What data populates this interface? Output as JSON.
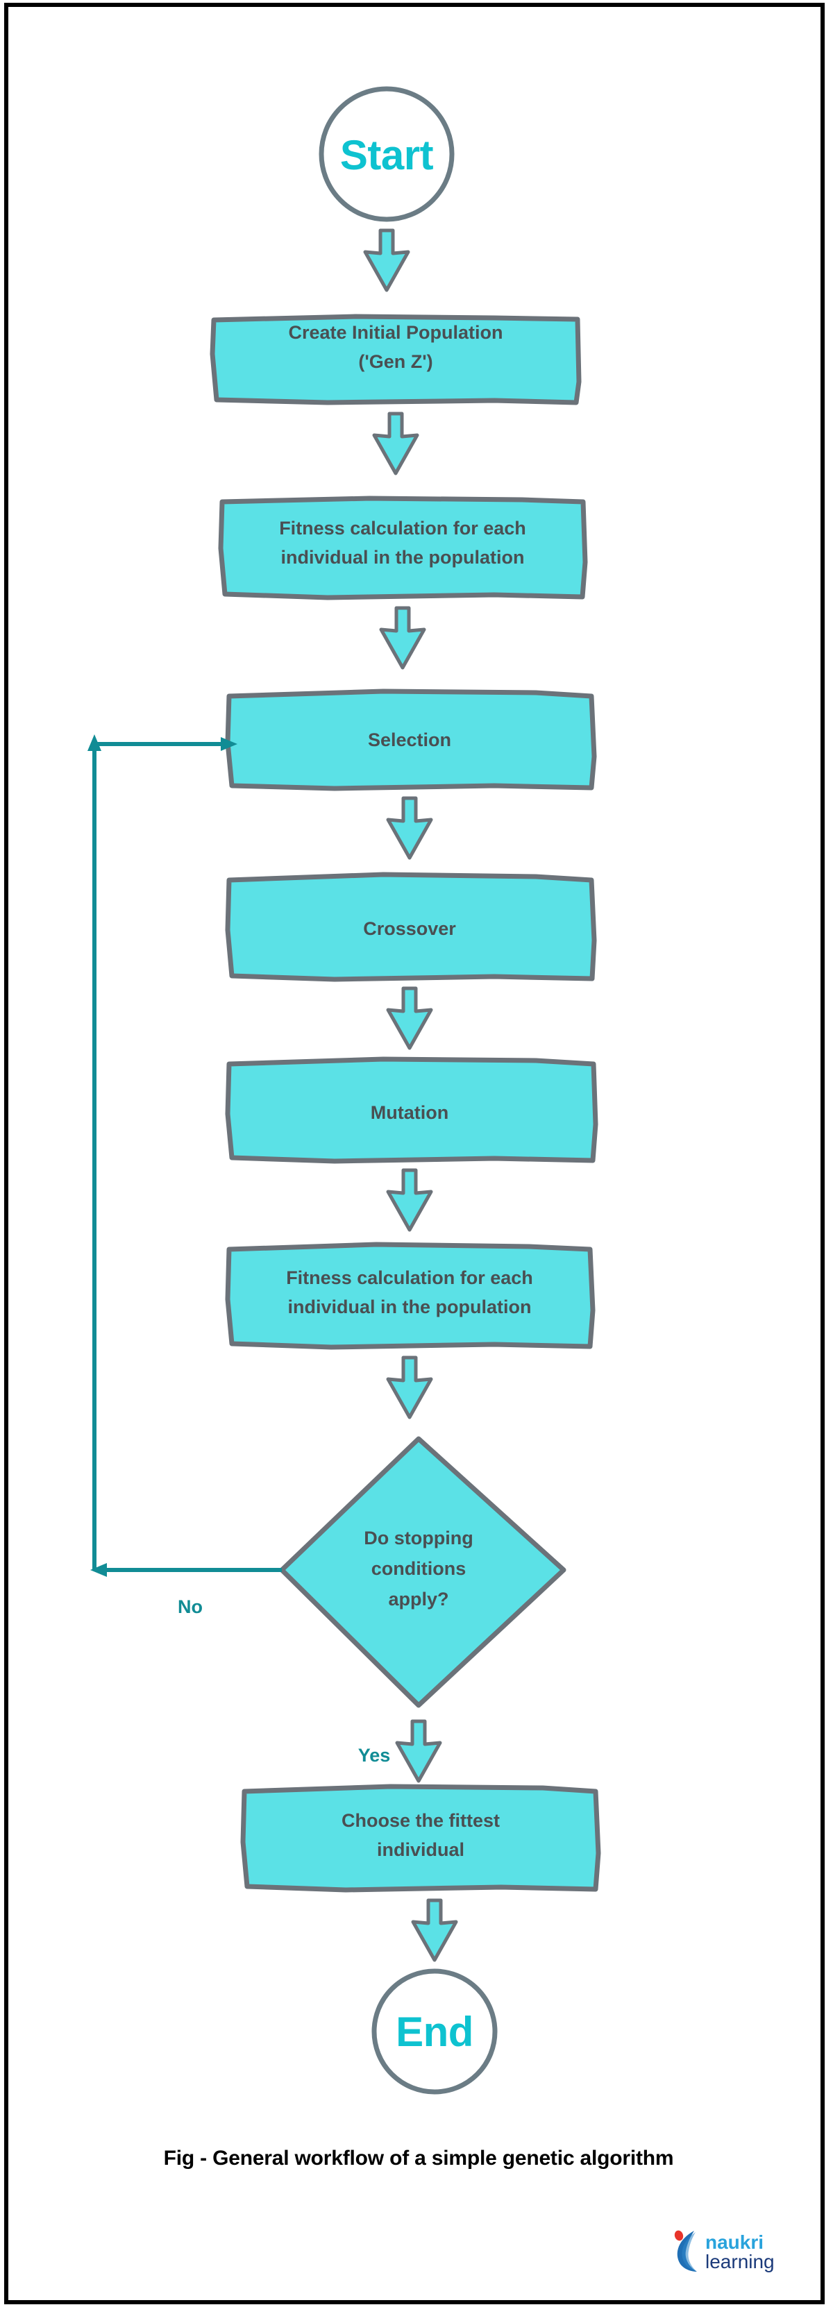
{
  "figure": {
    "caption": "Fig - General workflow of a simple genetic algorithm",
    "colors": {
      "node_fill": "#5be1e6",
      "node_stroke": "#6b7279",
      "terminator_stroke": "#6b7c85",
      "terminator_text": "#0ec2d0",
      "node_text": "#4a4f52",
      "edge_label": "#118c95",
      "loop_line": "#118c95",
      "frame": "#000000",
      "background": "#ffffff"
    }
  },
  "flowchart": {
    "type": "flowchart",
    "title": "General workflow of a simple genetic algorithm",
    "nodes": [
      {
        "id": "start",
        "shape": "terminator",
        "label": "Start"
      },
      {
        "id": "init",
        "shape": "process",
        "label": "Create Initial Population\n('Gen Z')",
        "lines": [
          "Create Initial Population",
          "('Gen Z')"
        ]
      },
      {
        "id": "fitness1",
        "shape": "process",
        "label": "Fitness calculation for each individual in the population",
        "lines": [
          "Fitness calculation for each",
          "individual in the population"
        ]
      },
      {
        "id": "selection",
        "shape": "process",
        "label": "Selection",
        "lines": [
          "Selection"
        ]
      },
      {
        "id": "crossover",
        "shape": "process",
        "label": "Crossover",
        "lines": [
          "Crossover"
        ]
      },
      {
        "id": "mutation",
        "shape": "process",
        "label": "Mutation",
        "lines": [
          "Mutation"
        ]
      },
      {
        "id": "fitness2",
        "shape": "process",
        "label": "Fitness calculation for each individual in the population",
        "lines": [
          "Fitness calculation for each",
          "individual in the population"
        ]
      },
      {
        "id": "decision",
        "shape": "decision",
        "label": "Do stopping conditions apply?",
        "lines": [
          "Do stopping",
          "conditions",
          "apply?"
        ]
      },
      {
        "id": "choose",
        "shape": "process",
        "label": "Choose the fittest individual",
        "lines": [
          "Choose the fittest",
          "individual"
        ]
      },
      {
        "id": "end",
        "shape": "terminator",
        "label": "End"
      }
    ],
    "edges": [
      {
        "from": "start",
        "to": "init",
        "label": "",
        "style": "block-arrow"
      },
      {
        "from": "init",
        "to": "fitness1",
        "label": "",
        "style": "block-arrow"
      },
      {
        "from": "fitness1",
        "to": "selection",
        "label": "",
        "style": "block-arrow"
      },
      {
        "from": "selection",
        "to": "crossover",
        "label": "",
        "style": "block-arrow"
      },
      {
        "from": "crossover",
        "to": "mutation",
        "label": "",
        "style": "block-arrow"
      },
      {
        "from": "mutation",
        "to": "fitness2",
        "label": "",
        "style": "block-arrow"
      },
      {
        "from": "fitness2",
        "to": "decision",
        "label": "",
        "style": "block-arrow"
      },
      {
        "from": "decision",
        "to": "choose",
        "label": "Yes",
        "style": "block-arrow"
      },
      {
        "from": "decision",
        "to": "selection",
        "label": "No",
        "style": "line-arrow"
      },
      {
        "from": "choose",
        "to": "end",
        "label": "",
        "style": "block-arrow"
      }
    ],
    "edge_labels": {
      "yes": "Yes",
      "no": "No"
    }
  },
  "logo": {
    "name": "naukri-learning-logo",
    "word1": "naukri",
    "word2": "learning",
    "word1_color": "#29a3dc",
    "word2_color": "#1b3a7a",
    "swoosh_color": "#1f6fb5",
    "dot_color": "#e8342a"
  }
}
